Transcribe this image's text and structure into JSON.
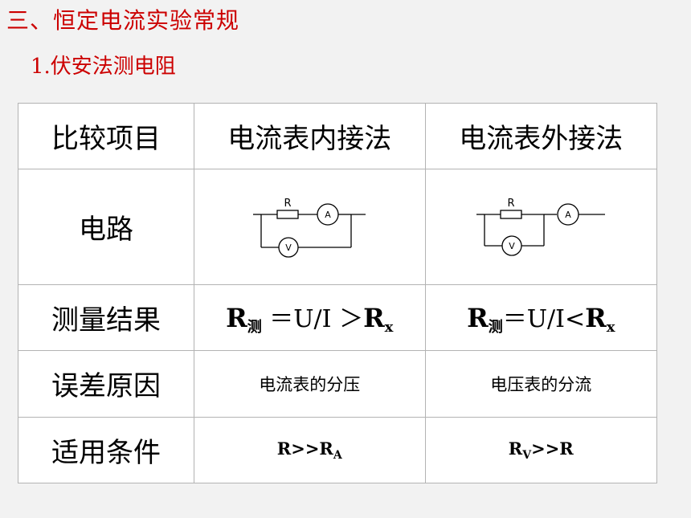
{
  "title": "三、恒定电流实验常规",
  "subtitle": "1.伏安法测电阻",
  "table": {
    "header": [
      "比较项目",
      "电流表内接法",
      "电流表外接法"
    ],
    "rows": {
      "circuit": {
        "label": "电路",
        "inner": {
          "resistor_label": "R",
          "ammeter_label": "A",
          "voltmeter_label": "V"
        },
        "outer": {
          "resistor_label": "R",
          "ammeter_label": "A",
          "voltmeter_label": "V"
        }
      },
      "result": {
        "label": "测量结果",
        "inner": {
          "R": "R",
          "sub": "测",
          "eq": "＝U/I",
          "cmp": "＞",
          "R2": "R",
          "sub2": "x"
        },
        "outer": {
          "R": "R",
          "sub": "测",
          "eq": "＝U/I",
          "cmp": "<",
          "R2": "R",
          "sub2": "x"
        }
      },
      "error": {
        "label": "误差原因",
        "inner": "电流表的分压",
        "outer": "电压表的分流"
      },
      "applicable": {
        "label": "适用条件",
        "inner": {
          "left": "R>>R",
          "sub": "A",
          "right": ""
        },
        "outer": {
          "left": "R",
          "sub": "V",
          "right": ">>R"
        }
      }
    }
  }
}
